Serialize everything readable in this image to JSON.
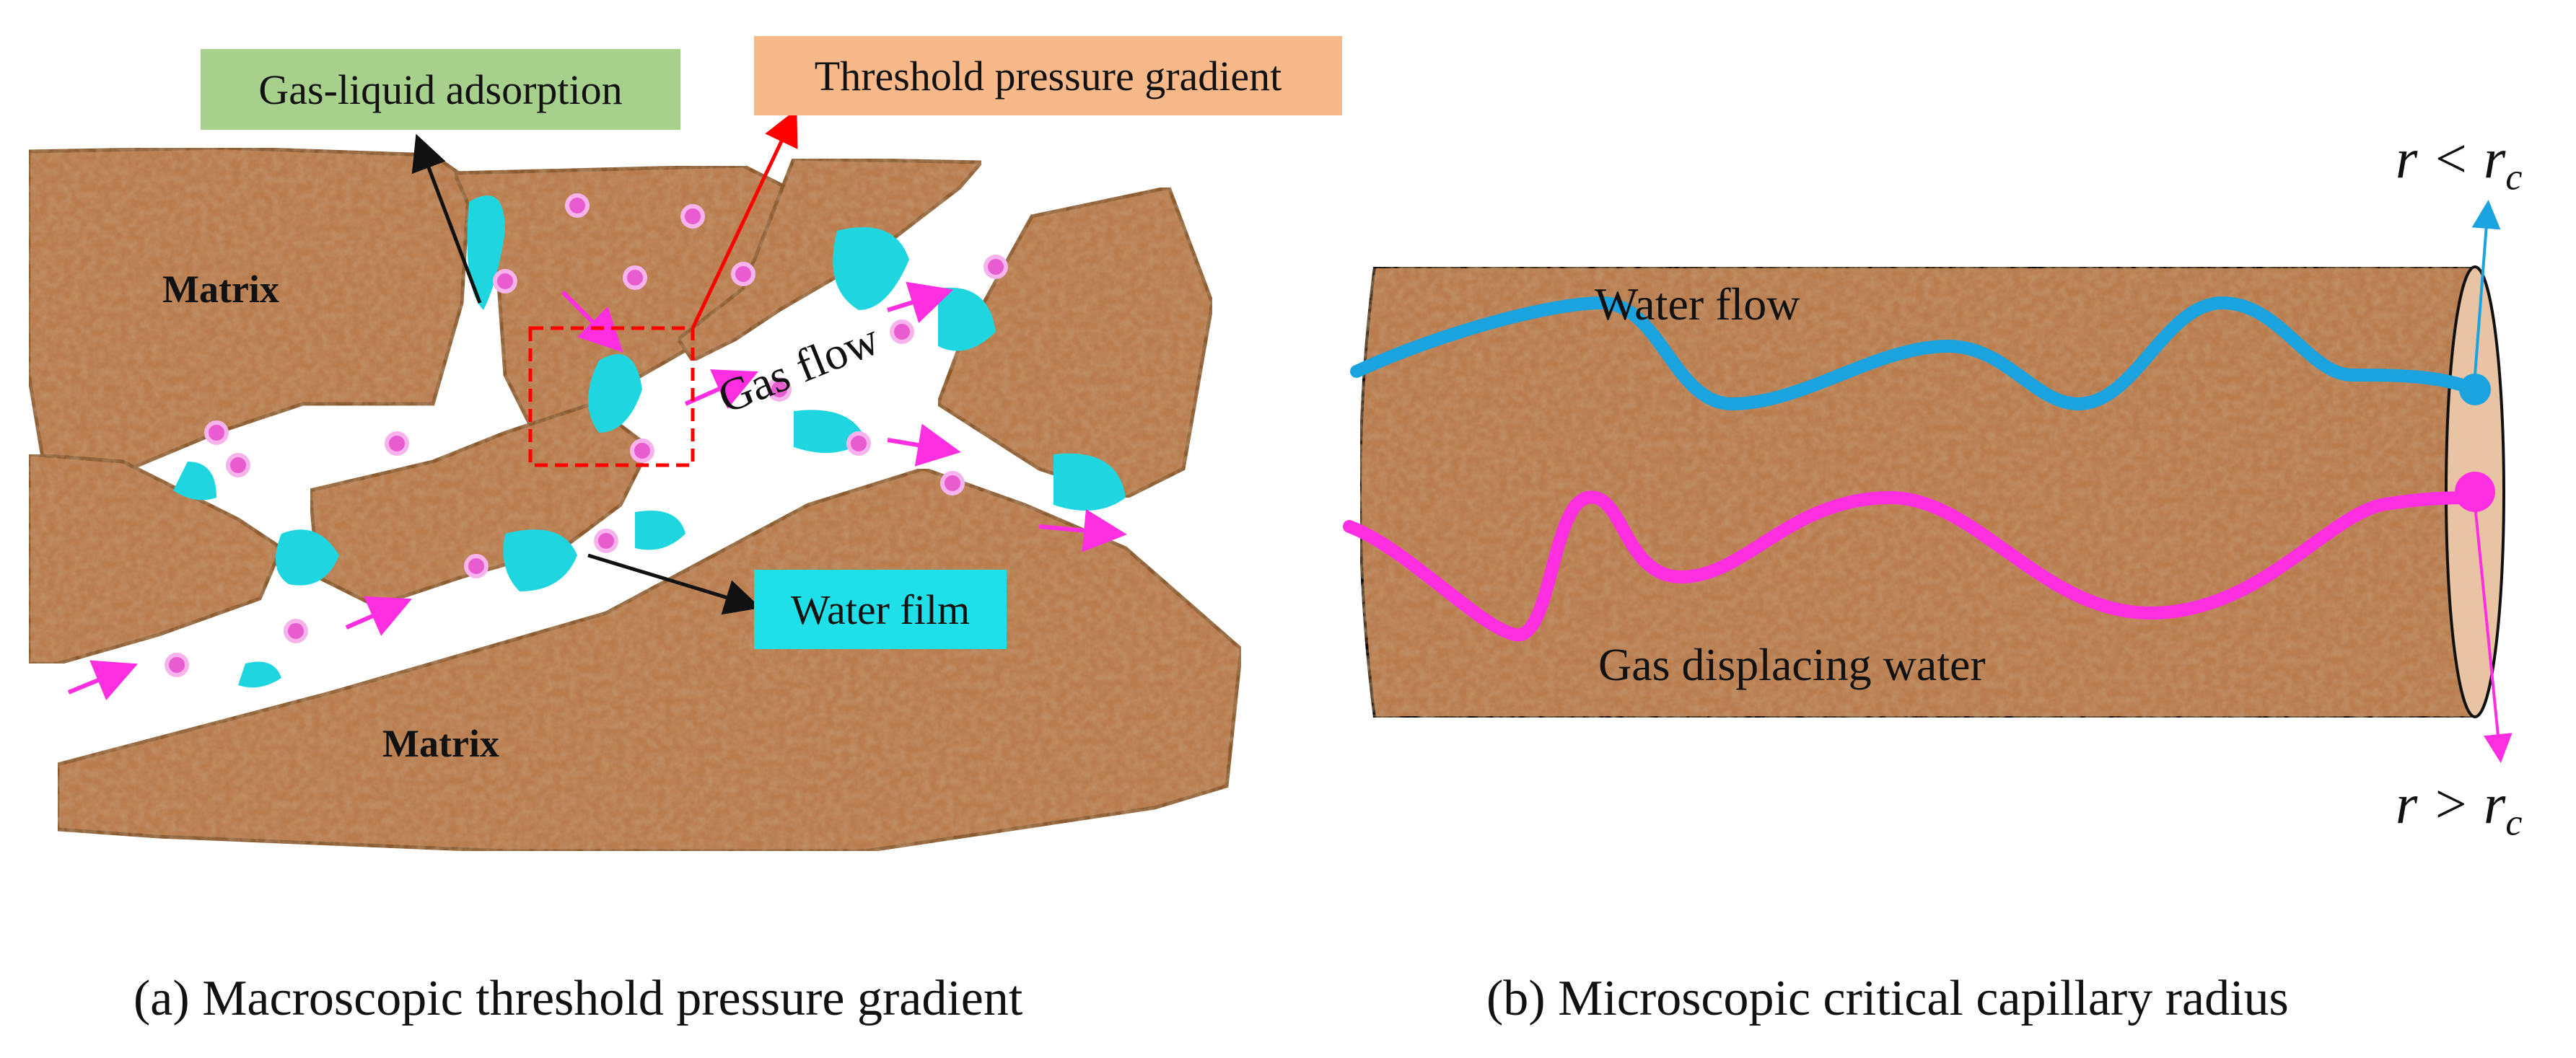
{
  "panel_a": {
    "labels": {
      "gas_liquid_adsorption": "Gas-liquid adsorption",
      "threshold_pressure_gradient": "Threshold pressure gradient",
      "water_film": "Water film",
      "gas_flow": "Gas flow",
      "matrix_upper": "Matrix",
      "matrix_lower": "Matrix"
    },
    "caption": "(a) Macroscopic threshold pressure gradient",
    "colors": {
      "rock": "#b97c4d",
      "rock_outline": "#8a5a2e",
      "pore": "#ffffff",
      "water": "#1fd6e0",
      "gas_bubble": "#e85ccf",
      "arrow": "#ff2ee0",
      "gas_liquid_box": "#a8d08d",
      "threshold_box": "#f7b98a",
      "water_film_box": "#1fe0e8",
      "highlight": "#ff0000"
    }
  },
  "panel_b": {
    "labels": {
      "water_flow": "Water flow",
      "gas_displacing_water": "Gas displacing  water",
      "r_less": "r < r",
      "r_greater": "r > r",
      "subscript": "c"
    },
    "caption": "(b) Microscopic critical capillary radius",
    "colors": {
      "water_line": "#1ba3e0",
      "gas_line": "#ff2ee0",
      "cylinder": "#b97c4d",
      "end_face": "#e8c3a4"
    }
  }
}
